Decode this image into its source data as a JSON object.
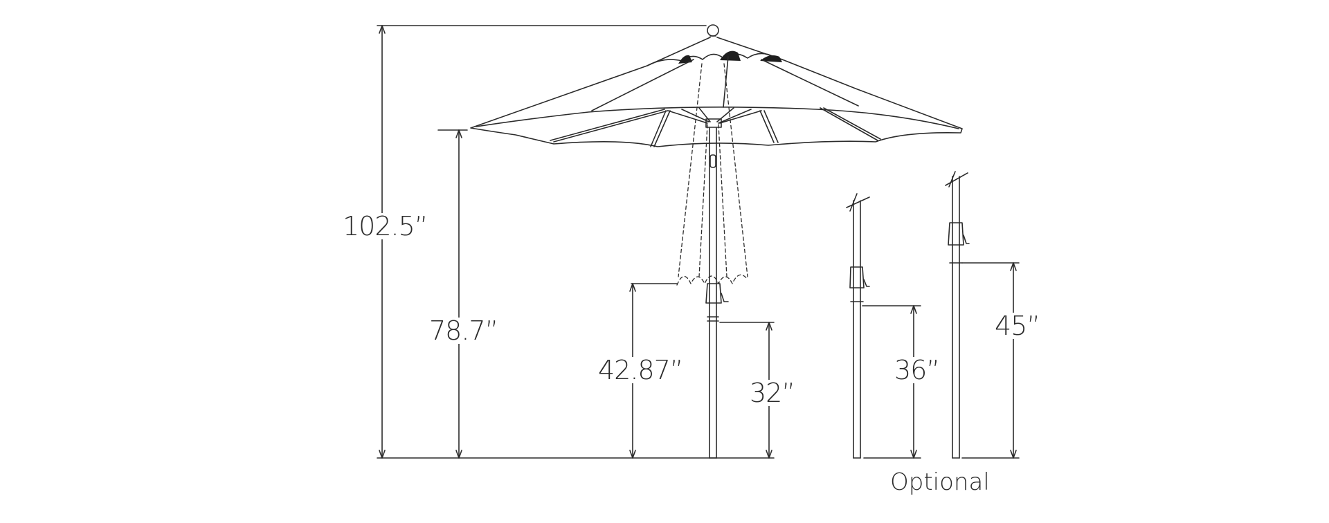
{
  "dimensions": {
    "overall_height": "102.5”",
    "canopy_clearance": "78.7”",
    "crank_height": "42.87”",
    "tilt_height_standard": "32”",
    "tilt_height_optional_short": "36”",
    "tilt_height_optional_tall": "45”"
  },
  "caption": "Optional",
  "colors": {
    "line": "#2b2b2b",
    "background": "#ffffff",
    "canopy_shadow": "#1e1e1e"
  }
}
